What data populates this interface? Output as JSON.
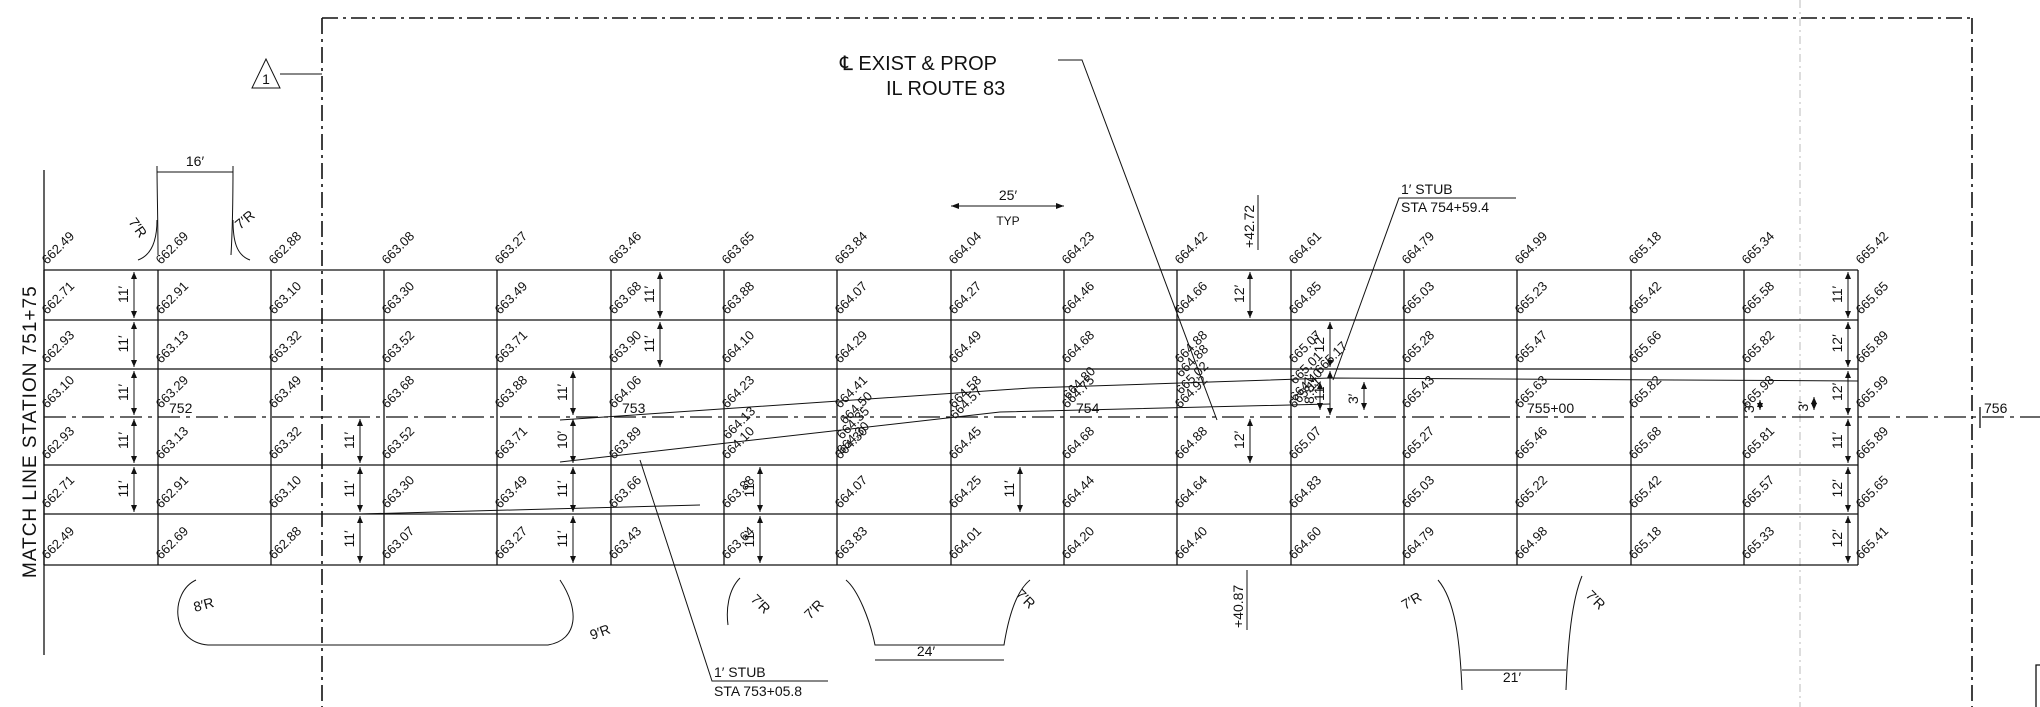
{
  "labels": {
    "match_line": "MATCH LINE STATION 751+75",
    "centerline_1": "℄ EXIST & PROP",
    "centerline_2": "IL ROUTE 83",
    "rev_marker": "1",
    "stub_top_1": "1′ STUB",
    "stub_top_2": "STA 754+59.4",
    "stub_bottom_1": "1′ STUB",
    "stub_bottom_2": "STA 753+05.8",
    "offset_left": "+42.72",
    "offset_right": "+40.87",
    "typ_dim": "25′",
    "typ": "TYP",
    "width_16": "16′",
    "width_24": "24′",
    "width_21": "21′"
  },
  "stations": [
    "752",
    "753",
    "754",
    "755+00",
    "756"
  ],
  "radii": [
    "7′R",
    "7′R",
    "8′R",
    "9′R",
    "7′R",
    "7′R",
    "7′R",
    "7′R",
    "7′R"
  ],
  "lane_widths": [
    "11′",
    "11′",
    "11′",
    "11′",
    "11′",
    "11′",
    "11′",
    "11′",
    "11′",
    "11′",
    "10′",
    "11′",
    "11′",
    "11′",
    "11′",
    "11′",
    "11′",
    "12′",
    "12′",
    "12′",
    "11′",
    "11′",
    "12′",
    "12′",
    "11′",
    "12′",
    "12′",
    "3′",
    "3′",
    "3′",
    "8.87′"
  ],
  "elevations": {
    "top": [
      "662.49",
      "662.69",
      "662.88",
      "663.08",
      "663.27",
      "663.46",
      "663.65",
      "663.84",
      "664.04",
      "664.23",
      "664.42",
      "664.61",
      "664.79",
      "664.99",
      "665.18",
      "665.34",
      "665.42"
    ],
    "row1": [
      "662.71",
      "662.91",
      "663.10",
      "663.30",
      "663.49",
      "663.68",
      "663.88",
      "664.07",
      "664.27",
      "664.46",
      "664.66",
      "664.85",
      "665.03",
      "665.23",
      "665.42",
      "665.58",
      "665.65"
    ],
    "row2": [
      "662.93",
      "663.13",
      "663.32",
      "663.52",
      "663.71",
      "663.90",
      "664.10",
      "664.29",
      "664.49",
      "664.68",
      "664.88",
      "665.07",
      "665.28",
      "665.47",
      "665.66",
      "665.82",
      "665.89"
    ],
    "row3": [
      "663.10",
      "663.29",
      "663.49",
      "663.68",
      "663.88",
      "664.06",
      "664.23",
      "664.41",
      "664.58",
      "664.75",
      "664.92",
      "665.11",
      "665.43",
      "665.63",
      "665.82",
      "665.98",
      "665.99"
    ],
    "row4": [
      "662.93",
      "663.13",
      "663.32",
      "663.52",
      "663.71",
      "663.89",
      "664.10",
      "664.30",
      "664.45",
      "664.68",
      "664.88",
      "665.07",
      "665.27",
      "665.46",
      "665.68",
      "665.81",
      "665.89"
    ],
    "row5": [
      "662.71",
      "662.91",
      "663.10",
      "663.30",
      "663.49",
      "663.66",
      "663.88",
      "664.07",
      "664.25",
      "664.44",
      "664.64",
      "664.83",
      "665.03",
      "665.22",
      "665.42",
      "665.57",
      "665.65"
    ],
    "bottom": [
      "662.49",
      "662.69",
      "662.88",
      "663.07",
      "663.27",
      "663.43",
      "663.64",
      "663.83",
      "664.01",
      "664.20",
      "664.40",
      "664.60",
      "664.79",
      "664.98",
      "665.18",
      "665.33",
      "665.41"
    ],
    "extra": [
      "664.13",
      "664.35",
      "664.57",
      "664.80",
      "665.02",
      "664.88",
      "665.01",
      "664.40",
      "664.50",
      "664.30",
      "665.17"
    ]
  }
}
